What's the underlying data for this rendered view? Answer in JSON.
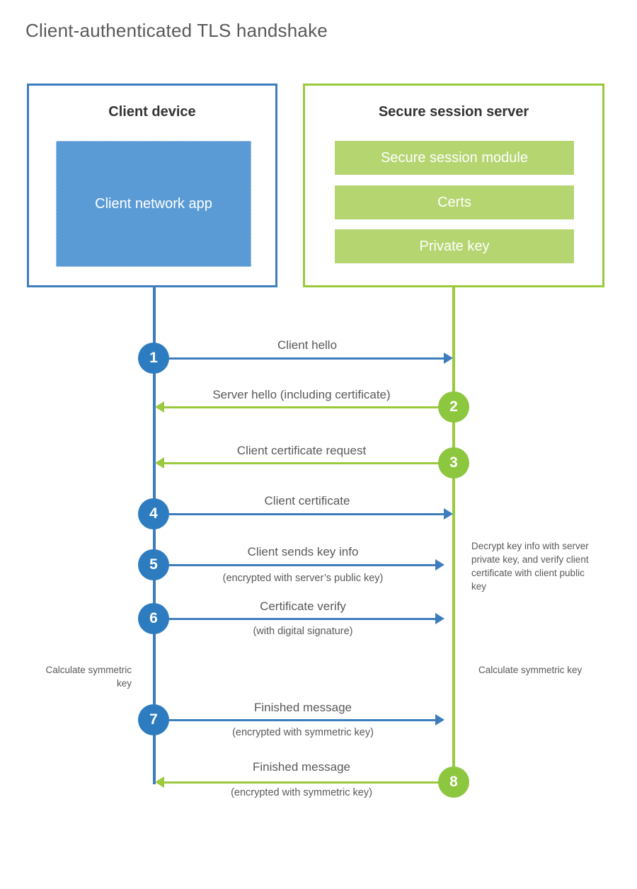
{
  "title": "Client-authenticated TLS handshake",
  "colors": {
    "client_accent": "#3d7dbe",
    "server_accent": "#9aca3c",
    "client_circle": "#2d7cc0",
    "server_circle": "#8dc63f",
    "client_app_fill": "#5b9bd5",
    "server_bar_fill": "#b5d571",
    "text": "#58595b"
  },
  "actors": {
    "client": {
      "title": "Client device",
      "app_label": "Client network app"
    },
    "server": {
      "title": "Secure session server",
      "components": [
        "Secure session module",
        "Certs",
        "Private key"
      ]
    }
  },
  "steps": [
    {
      "number": "1",
      "label": "Client hello",
      "sublabel": "",
      "direction": "to-server"
    },
    {
      "number": "2",
      "label": "Server hello (including certificate)",
      "sublabel": "",
      "direction": "to-client"
    },
    {
      "number": "3",
      "label": "Client certificate request",
      "sublabel": "",
      "direction": "to-client"
    },
    {
      "number": "4",
      "label": "Client certificate",
      "sublabel": "",
      "direction": "to-server"
    },
    {
      "number": "5",
      "label": "Client sends key info",
      "sublabel": "(encrypted with server’s public key)",
      "direction": "to-server"
    },
    {
      "number": "6",
      "label": "Certificate verify",
      "sublabel": "(with digital signature)",
      "direction": "to-server"
    },
    {
      "number": "7",
      "label": "Finished message",
      "sublabel": "(encrypted with symmetric key)",
      "direction": "to-server"
    },
    {
      "number": "8",
      "label": "Finished message",
      "sublabel": "(encrypted with symmetric key)",
      "direction": "to-client"
    }
  ],
  "annotations": {
    "server_decrypt": "Decrypt key info with server private key, and verify client certificate with client public key",
    "client_calculate": "Calculate symmetric key",
    "server_calculate": "Calculate symmetric key"
  }
}
